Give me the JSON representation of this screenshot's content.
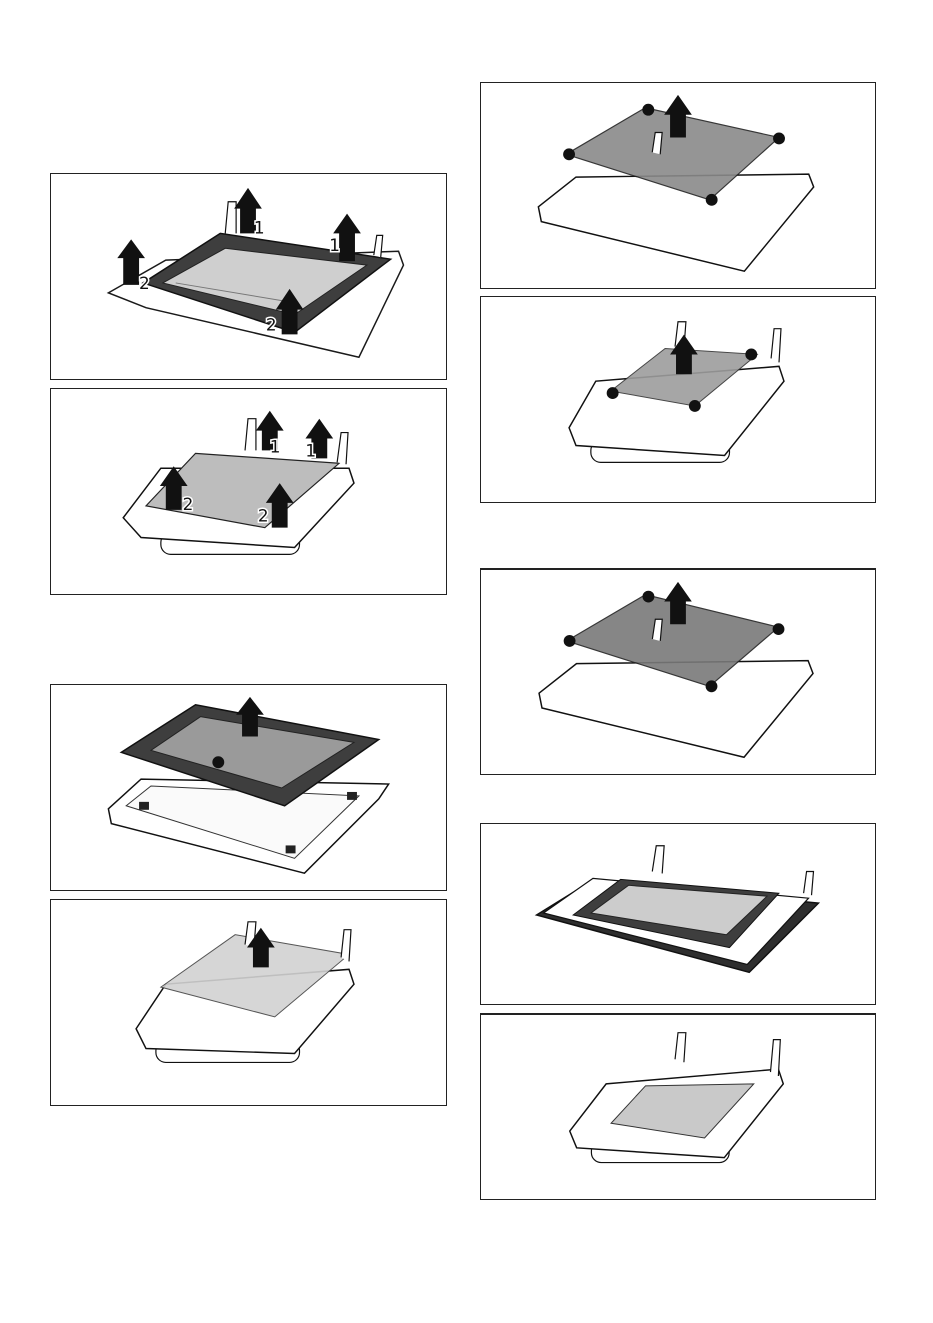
{
  "figures": [
    {
      "id": "fig-left-1",
      "labels": [
        "1",
        "1",
        "2",
        "2"
      ]
    },
    {
      "id": "fig-left-2",
      "labels": [
        "1",
        "1",
        "2",
        "2"
      ]
    },
    {
      "id": "fig-left-3",
      "labels": []
    },
    {
      "id": "fig-left-4",
      "labels": []
    },
    {
      "id": "fig-right-1",
      "labels": []
    },
    {
      "id": "fig-right-2",
      "labels": []
    },
    {
      "id": "fig-right-3",
      "labels": []
    },
    {
      "id": "fig-right-4",
      "labels": []
    },
    {
      "id": "fig-right-5",
      "labels": []
    }
  ],
  "colors": {
    "glass_dark": "#3e3e3e",
    "glass_mid": "#8a8a8a",
    "glass_light": "#c9c9c9",
    "line": "#1a1a1a"
  },
  "icons": [
    "arrow-up-icon",
    "hinge-icon",
    "clip-icon"
  ]
}
